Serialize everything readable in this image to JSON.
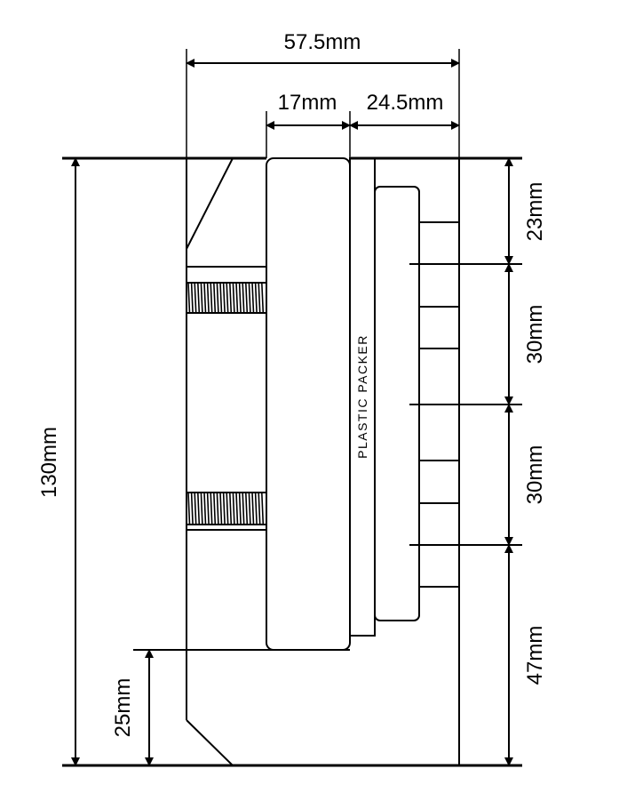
{
  "dimensions": {
    "overall_width": "57.5mm",
    "left_width": "17mm",
    "right_width": "24.5mm",
    "overall_height": "130mm",
    "base_height": "25mm",
    "seg_top": "23mm",
    "seg_mid1": "30mm",
    "seg_mid2": "30mm",
    "seg_bottom": "47mm"
  },
  "labels": {
    "packer": "PLASTIC PACKER"
  },
  "colors": {
    "stroke": "#000000",
    "background": "#ffffff"
  }
}
